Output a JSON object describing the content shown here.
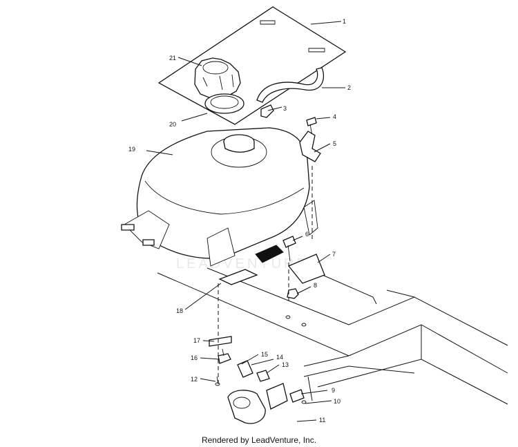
{
  "footer": {
    "text": "Rendered by LeadVenture, Inc."
  },
  "watermark": {
    "text": "LEADVENTURE"
  },
  "callouts": [
    "1",
    "2",
    "3",
    "4",
    "5",
    "6",
    "7",
    "8",
    "9",
    "10",
    "11",
    "12",
    "13",
    "14",
    "15",
    "16",
    "17",
    "18",
    "19",
    "20",
    "21"
  ]
}
